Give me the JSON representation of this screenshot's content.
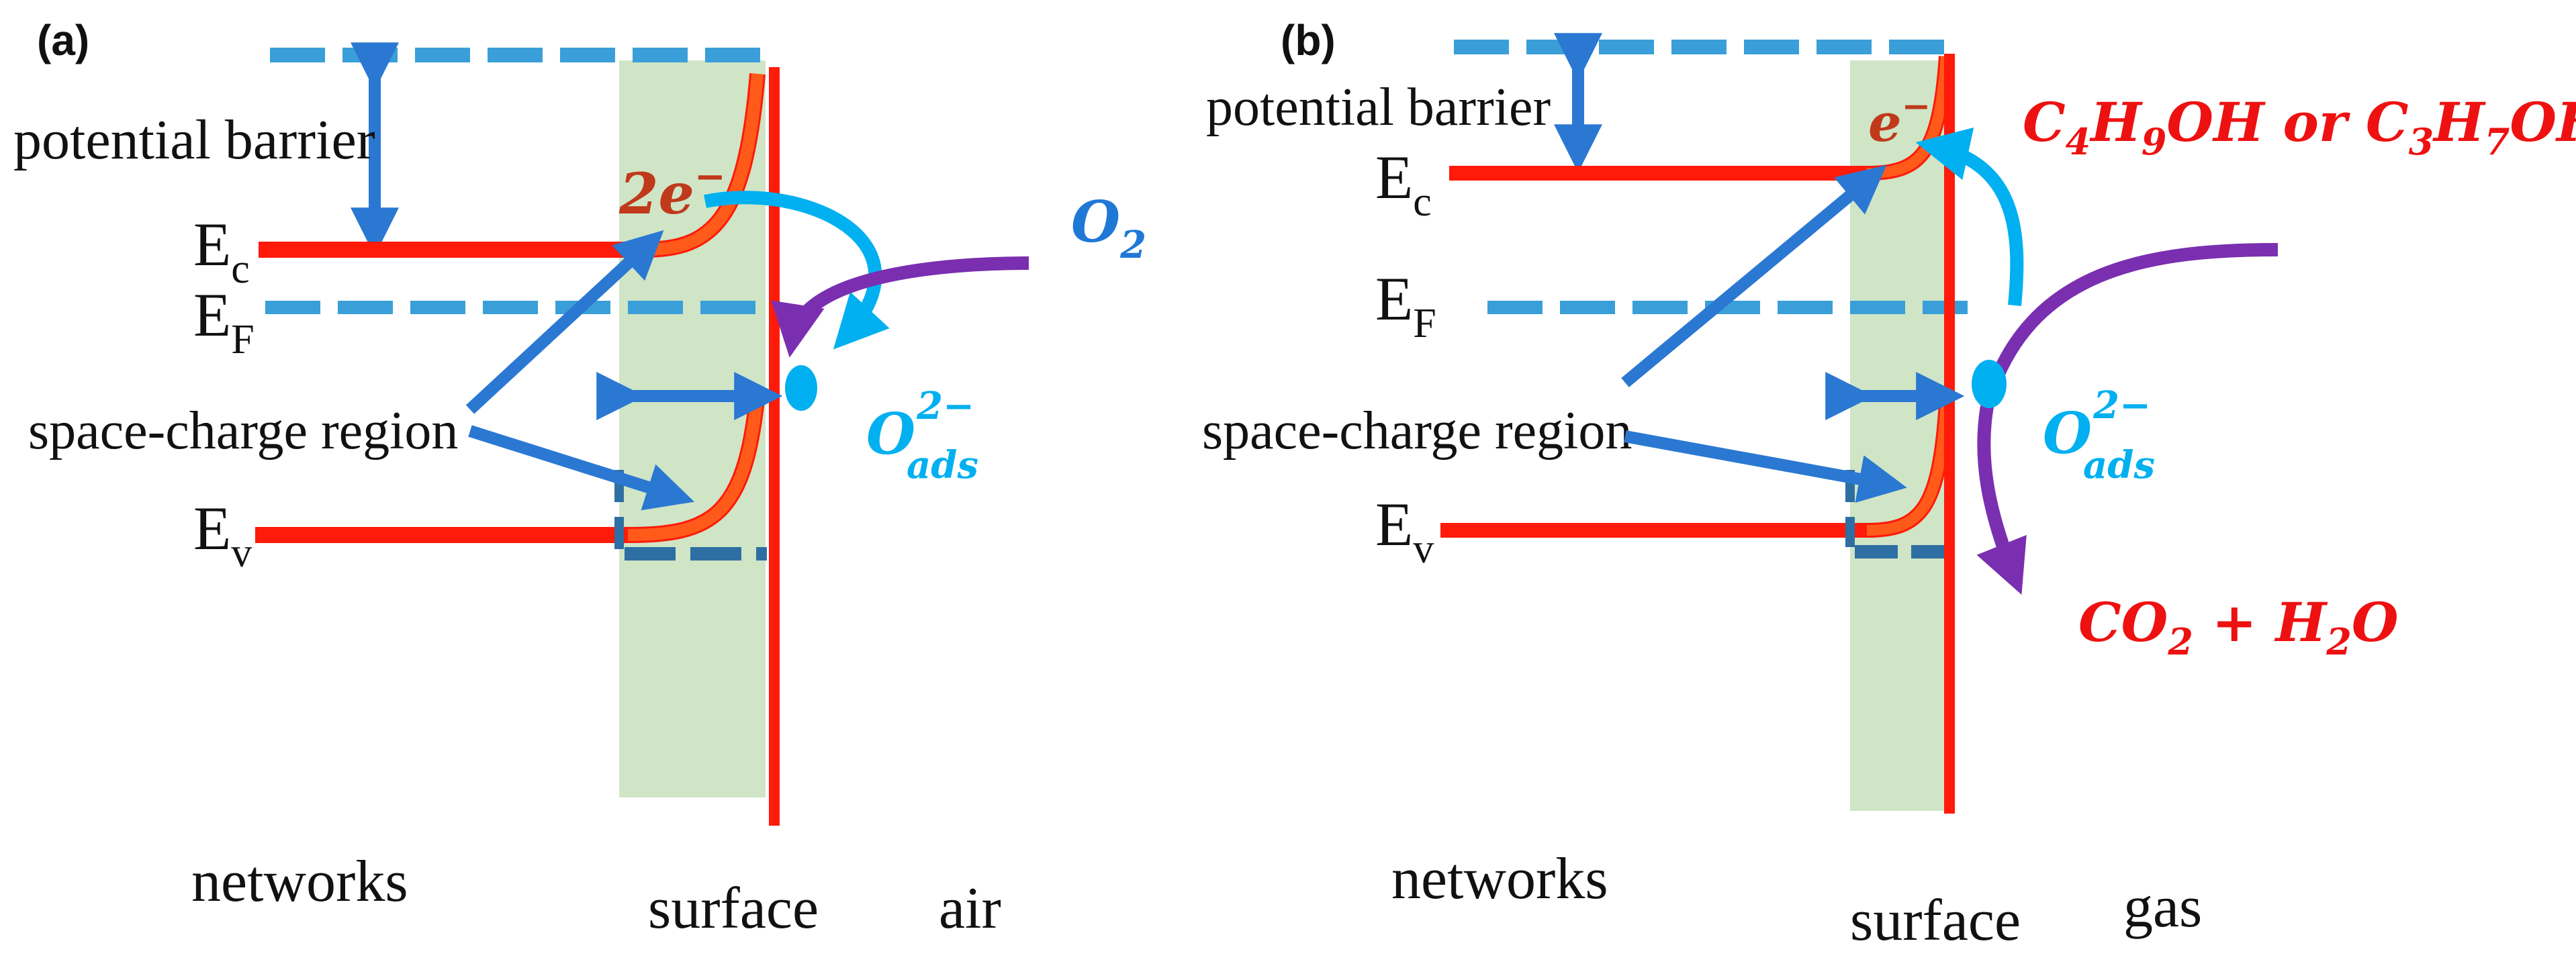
{
  "colors": {
    "band_red": "#ff1a0a",
    "surface_line_red": "#ff1a0a",
    "bend_orange": "#ff5a1a",
    "dashed_blue": "#3a9fd8",
    "dark_dashed_blue": "#2e6fa3",
    "arrow_blue": "#2a78d2",
    "cyan": "#00b0f0",
    "purple": "#7a2fb0",
    "space_charge_green": "#cfe5c6",
    "text_black": "#111111",
    "label_red": "#ee1111",
    "label_blue": "#1f78d6",
    "label_brown": "#c0391b"
  },
  "panel_a": {
    "label": "(a)",
    "potential_barrier": "potential barrier",
    "ec_main": "E",
    "ec_sub": "c",
    "ef_main": "E",
    "ef_sub": "F",
    "ev_main": "E",
    "ev_sub": "v",
    "space_charge": "space-charge region",
    "electrons": "2e",
    "electrons_sup": "−",
    "o2_main": "O",
    "o2_sub": "2",
    "oads_main": "O",
    "oads_sup": "2−",
    "oads_sub": "ads",
    "networks": "networks",
    "surface": "surface",
    "ambient": "air"
  },
  "panel_b": {
    "label": "(b)",
    "potential_barrier": "potential barrier",
    "ec_main": "E",
    "ec_sub": "c",
    "ef_main": "E",
    "ef_sub": "F",
    "ev_main": "E",
    "ev_sub": "v",
    "space_charge": "space-charge region",
    "electrons": "e",
    "electrons_sup": "−",
    "oads_main": "O",
    "oads_sup": "2−",
    "oads_sub": "ads",
    "gas_species_1": "C",
    "gas_species_1_sub1": "4",
    "gas_species_1_mid1": "H",
    "gas_species_1_sub2": "9",
    "gas_species_1_mid2": "OH or C",
    "gas_species_1_sub3": "3",
    "gas_species_1_mid3": "H",
    "gas_species_1_sub4": "7",
    "gas_species_1_end": "OH",
    "product_1": "CO",
    "product_1_sub": "2",
    "product_plus": " + H",
    "product_2_sub": "2",
    "product_2_end": "O",
    "networks": "networks",
    "surface": "surface",
    "ambient": "gas"
  }
}
